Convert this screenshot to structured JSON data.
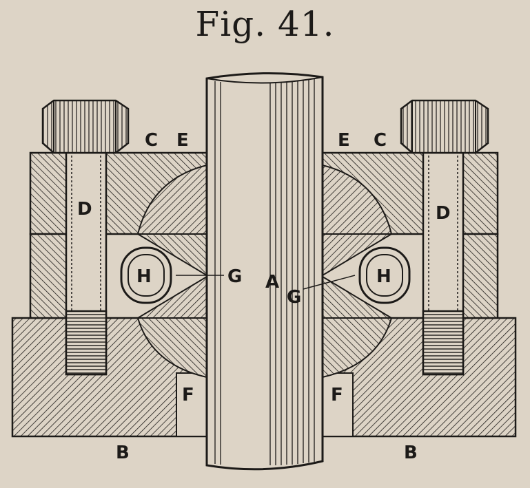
{
  "title": "Fig. 41.",
  "labels": {
    "A": "A",
    "B_left": "B",
    "B_right": "B",
    "C_left": "C",
    "C_right": "C",
    "D_left": "D",
    "D_right": "D",
    "E_left": "E",
    "E_right": "E",
    "F_left": "F",
    "F_right": "F",
    "G_left": "G",
    "G_right": "G",
    "H_left": "H",
    "H_right": "H"
  },
  "colors": {
    "paper": "#ddd4c6",
    "ink": "#1c1a18"
  }
}
